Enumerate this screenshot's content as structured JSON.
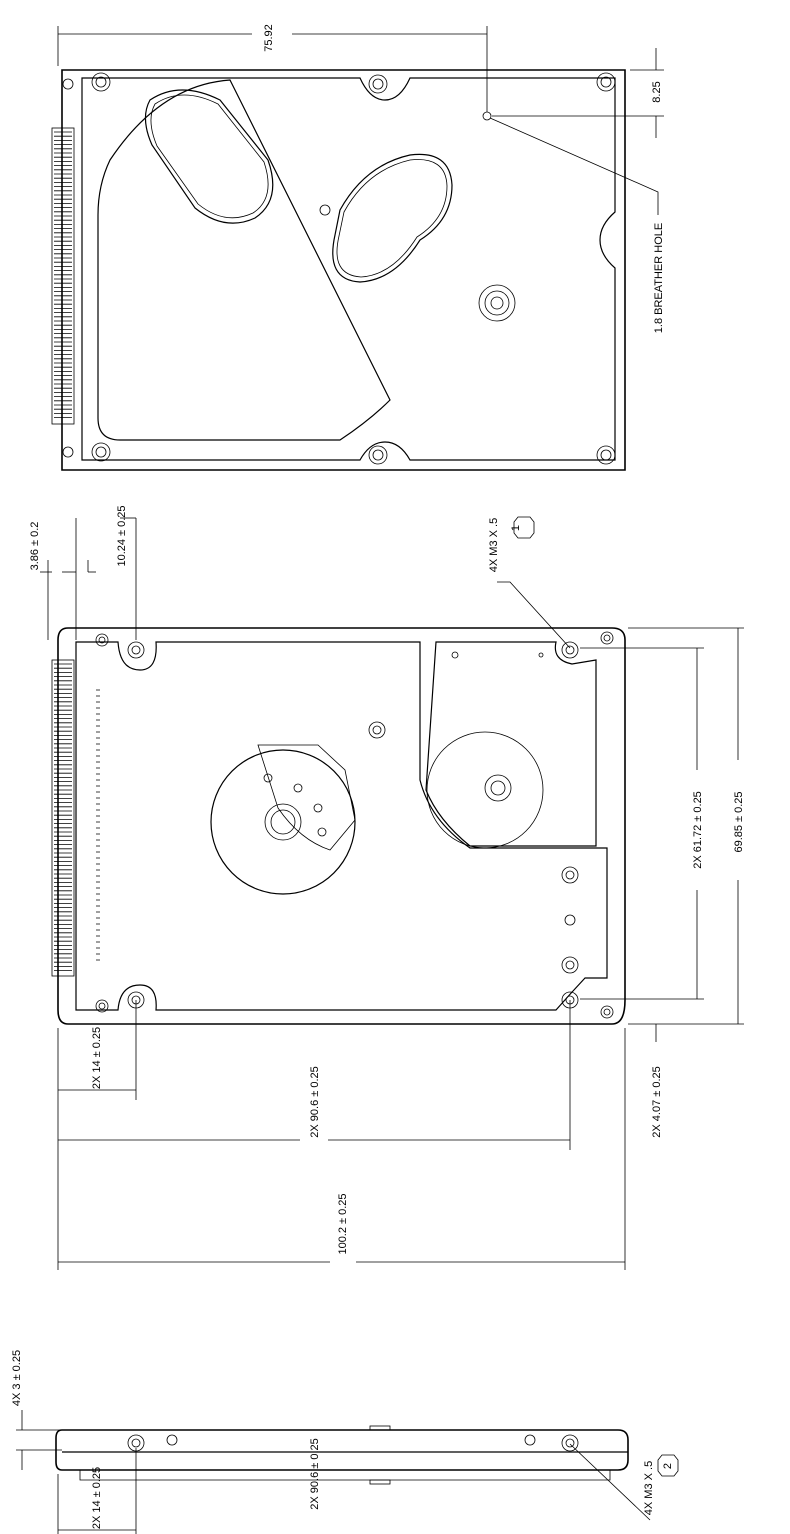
{
  "dims": {
    "top_width": "75.92",
    "breather_offset": "8.25",
    "breather_label": "1.8 BREATHER HOLE",
    "height_386": "3.86 ± 0.2",
    "height_1024": "10.24 ± 0.25",
    "m3_top": "4X M3 X .5",
    "m3_top_note": "1",
    "d_6172": "2X  61.72 ± 0.25",
    "d_6985": "69.85 ± 0.25",
    "d_14_mid": "2X 14 ± 0.25",
    "d_906_mid": "2X  90.6 ± 0.25",
    "d_407": "2X  4.07 ± 0.25",
    "d_1002": "100.2 ± 0.25",
    "d_3": "4X 3 ± 0.25",
    "d_14_bot": "2X 14 ± 0.25",
    "d_906_bot": "2X 90.6 ± 0.25",
    "m3_bot": "4X M3 X .5",
    "m3_bot_note": "2"
  }
}
